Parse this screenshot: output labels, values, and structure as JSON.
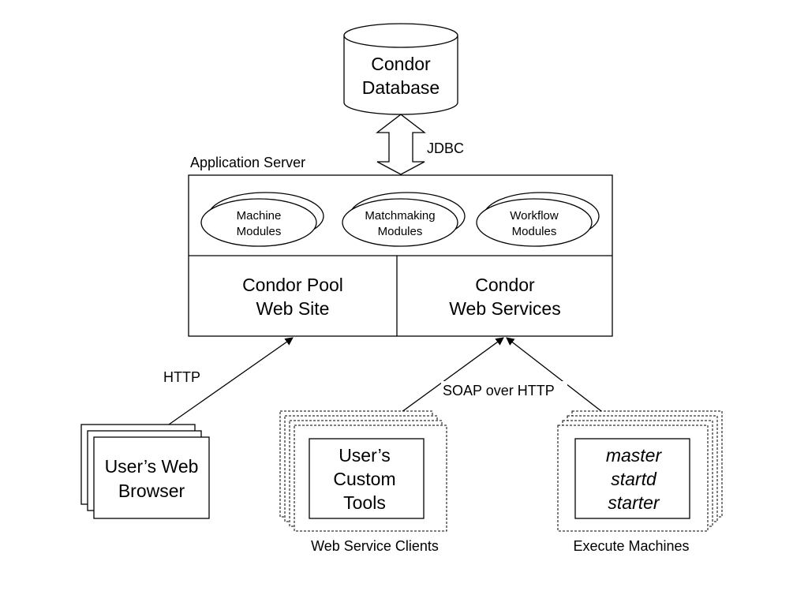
{
  "database": {
    "line1": "Condor",
    "line2": "Database"
  },
  "jdbc_label": "JDBC",
  "app_server": {
    "title": "Application Server",
    "modules": [
      {
        "line1": "Machine",
        "line2": "Modules"
      },
      {
        "line1": "Matchmaking",
        "line2": "Modules"
      },
      {
        "line1": "Workflow",
        "line2": "Modules"
      }
    ],
    "pool_web_site": {
      "line1": "Condor Pool",
      "line2": "Web Site"
    },
    "web_services": {
      "line1": "Condor",
      "line2": "Web Services"
    }
  },
  "http_label": "HTTP",
  "soap_label": "SOAP over HTTP",
  "browser": {
    "line1": "User’s Web",
    "line2": "Browser"
  },
  "custom_tools": {
    "line1": "User’s",
    "line2": "Custom",
    "line3": "Tools"
  },
  "execute": {
    "line1": "master",
    "line2": "startd",
    "line3": "starter"
  },
  "web_service_clients_caption": "Web Service Clients",
  "execute_machines_caption": "Execute Machines"
}
